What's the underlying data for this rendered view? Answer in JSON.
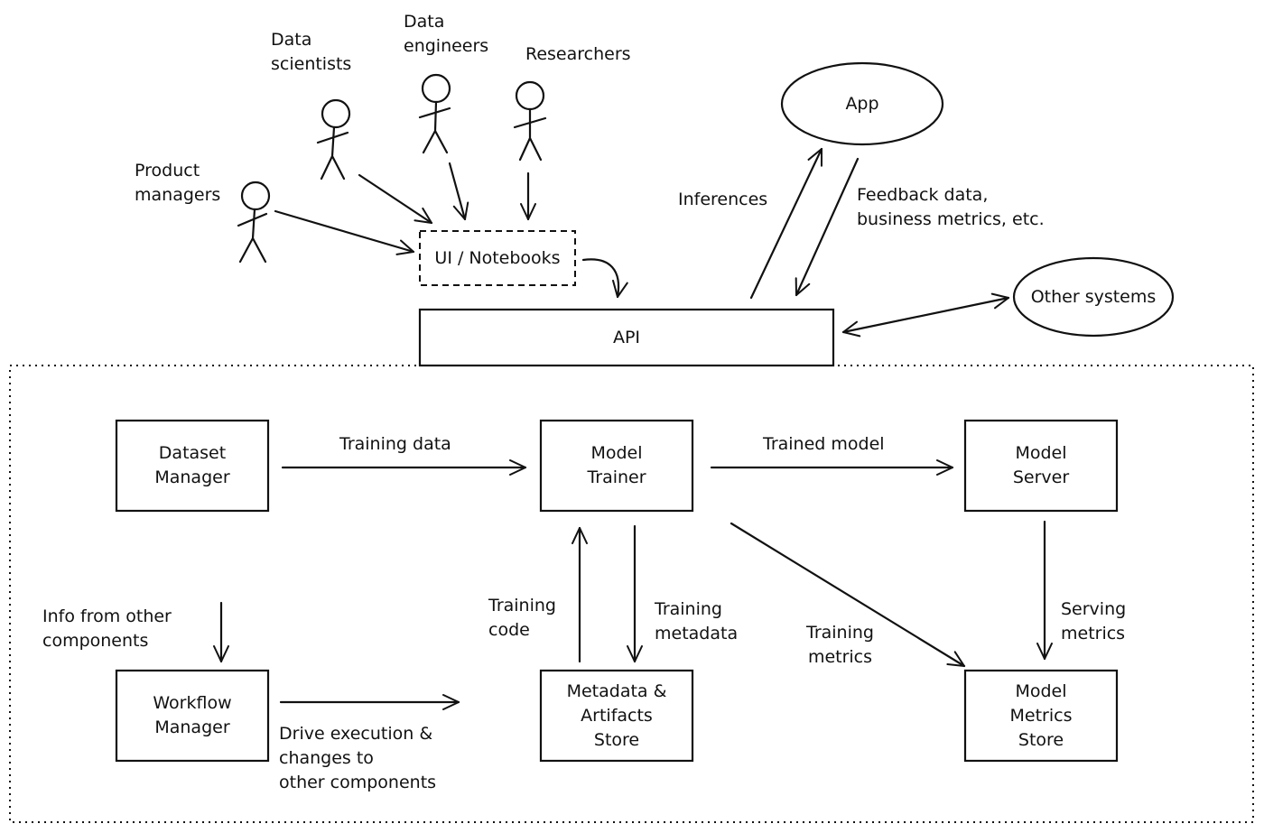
{
  "actors": {
    "product_managers": [
      "Product",
      "managers"
    ],
    "data_scientists": [
      "Data",
      "scientists"
    ],
    "data_engineers": [
      "Data",
      "engineers"
    ],
    "researchers": [
      "Researchers"
    ]
  },
  "nodes": {
    "ui_notebooks": "UI / Notebooks",
    "api": "API",
    "app": "App",
    "other_systems": "Other systems",
    "dataset_manager": [
      "Dataset",
      "Manager"
    ],
    "model_trainer": [
      "Model",
      "Trainer"
    ],
    "model_server": [
      "Model",
      "Server"
    ],
    "workflow_manager": [
      "Workflow",
      "Manager"
    ],
    "metadata_store": [
      "Metadata &",
      "Artifacts",
      "Store"
    ],
    "model_metrics_store": [
      "Model",
      "Metrics",
      "Store"
    ]
  },
  "edge_labels": {
    "inferences": "Inferences",
    "feedback": [
      "Feedback data,",
      "business metrics, etc."
    ],
    "training_data": "Training data",
    "trained_model": "Trained model",
    "training_code": [
      "Training",
      "code"
    ],
    "training_metadata": [
      "Training",
      "metadata"
    ],
    "training_metrics": [
      "Training",
      "metrics"
    ],
    "serving_metrics": [
      "Serving",
      "metrics"
    ],
    "info_from_other": [
      "Info from other",
      "components"
    ],
    "drive_execution": [
      "Drive execution &",
      "changes to",
      "other components"
    ]
  }
}
